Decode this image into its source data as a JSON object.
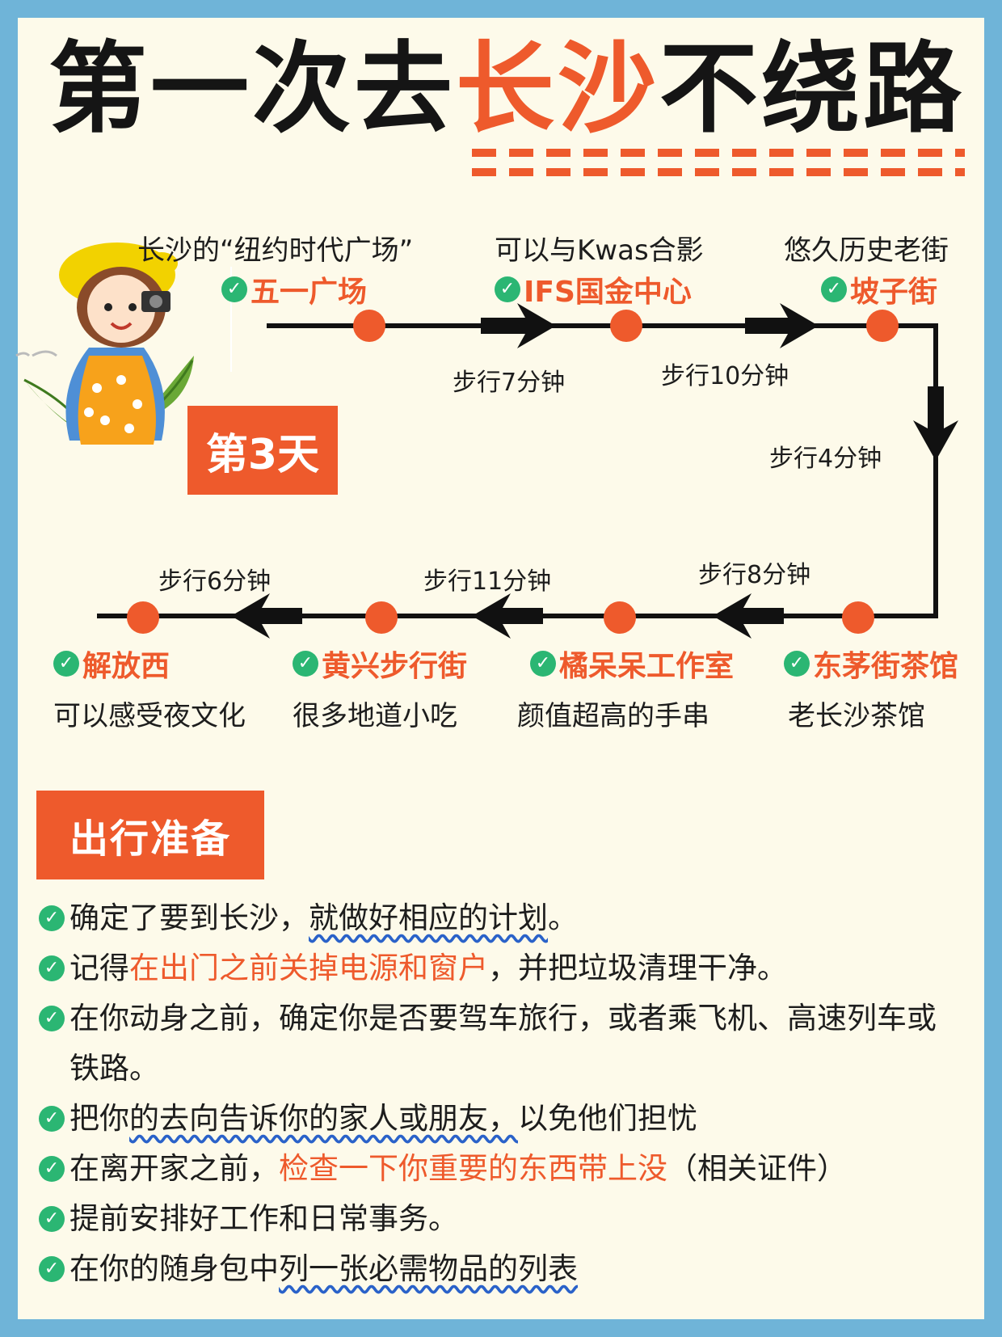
{
  "title": {
    "part1": "第一次去",
    "highlight": "长沙",
    "part2": "不绕路"
  },
  "colors": {
    "accent": "#ee5a2c",
    "check": "#2bb673",
    "frame": "#6fb4d8",
    "background": "#fdfaea",
    "underline": "#2a62c9"
  },
  "day_badge": "第3天",
  "route": {
    "top_row": [
      {
        "name": "五一广场",
        "description": "长沙的“纽约时代广场”"
      },
      {
        "name": "IFS国金中心",
        "description": "可以与Kwas合影"
      },
      {
        "name": "坡子街",
        "description": "悠久历史老街"
      }
    ],
    "bottom_row": [
      {
        "name": "解放西",
        "description": "可以感受夜文化"
      },
      {
        "name": "黄兴步行街",
        "description": "很多地道小吃"
      },
      {
        "name": "橘呆呆工作室",
        "description": "颜值超高的手串"
      },
      {
        "name": "东茅街茶馆",
        "description": "老长沙茶馆"
      }
    ],
    "walks": {
      "wuyi_to_ifs": "步行7分钟",
      "ifs_to_pozi": "步行10分钟",
      "pozi_to_dongmao": "步行4分钟",
      "dongmao_to_jubao": "步行8分钟",
      "jubao_to_huangxing": "步行11分钟",
      "huangxing_to_jiefangxi": "步行6分钟"
    }
  },
  "prep": {
    "heading": "出行准备",
    "items": [
      {
        "a": "确定了要到长沙，",
        "b": "就做好相应的计划",
        "c": "。"
      },
      {
        "a": "记得",
        "b": "在出门之前关掉电源和窗户",
        "c": "，并把垃圾清理干净。"
      },
      {
        "a": "在你动身之前，确定你是否要驾车旅行，或者乘飞机、高速列车或铁路。",
        "b": "",
        "c": ""
      },
      {
        "a": "把你",
        "b": "的去向告诉你的家人或朋友，",
        "c": "以免他们担忧"
      },
      {
        "a": "在离开家之前，",
        "b": "检查一下你重要的东西带上没",
        "c": "（相关证件）"
      },
      {
        "a": "提前安排好工作和日常事务。",
        "b": "",
        "c": ""
      },
      {
        "a": "在你的随身包中",
        "b": "列一张必需物品的列表",
        "c": ""
      }
    ]
  }
}
